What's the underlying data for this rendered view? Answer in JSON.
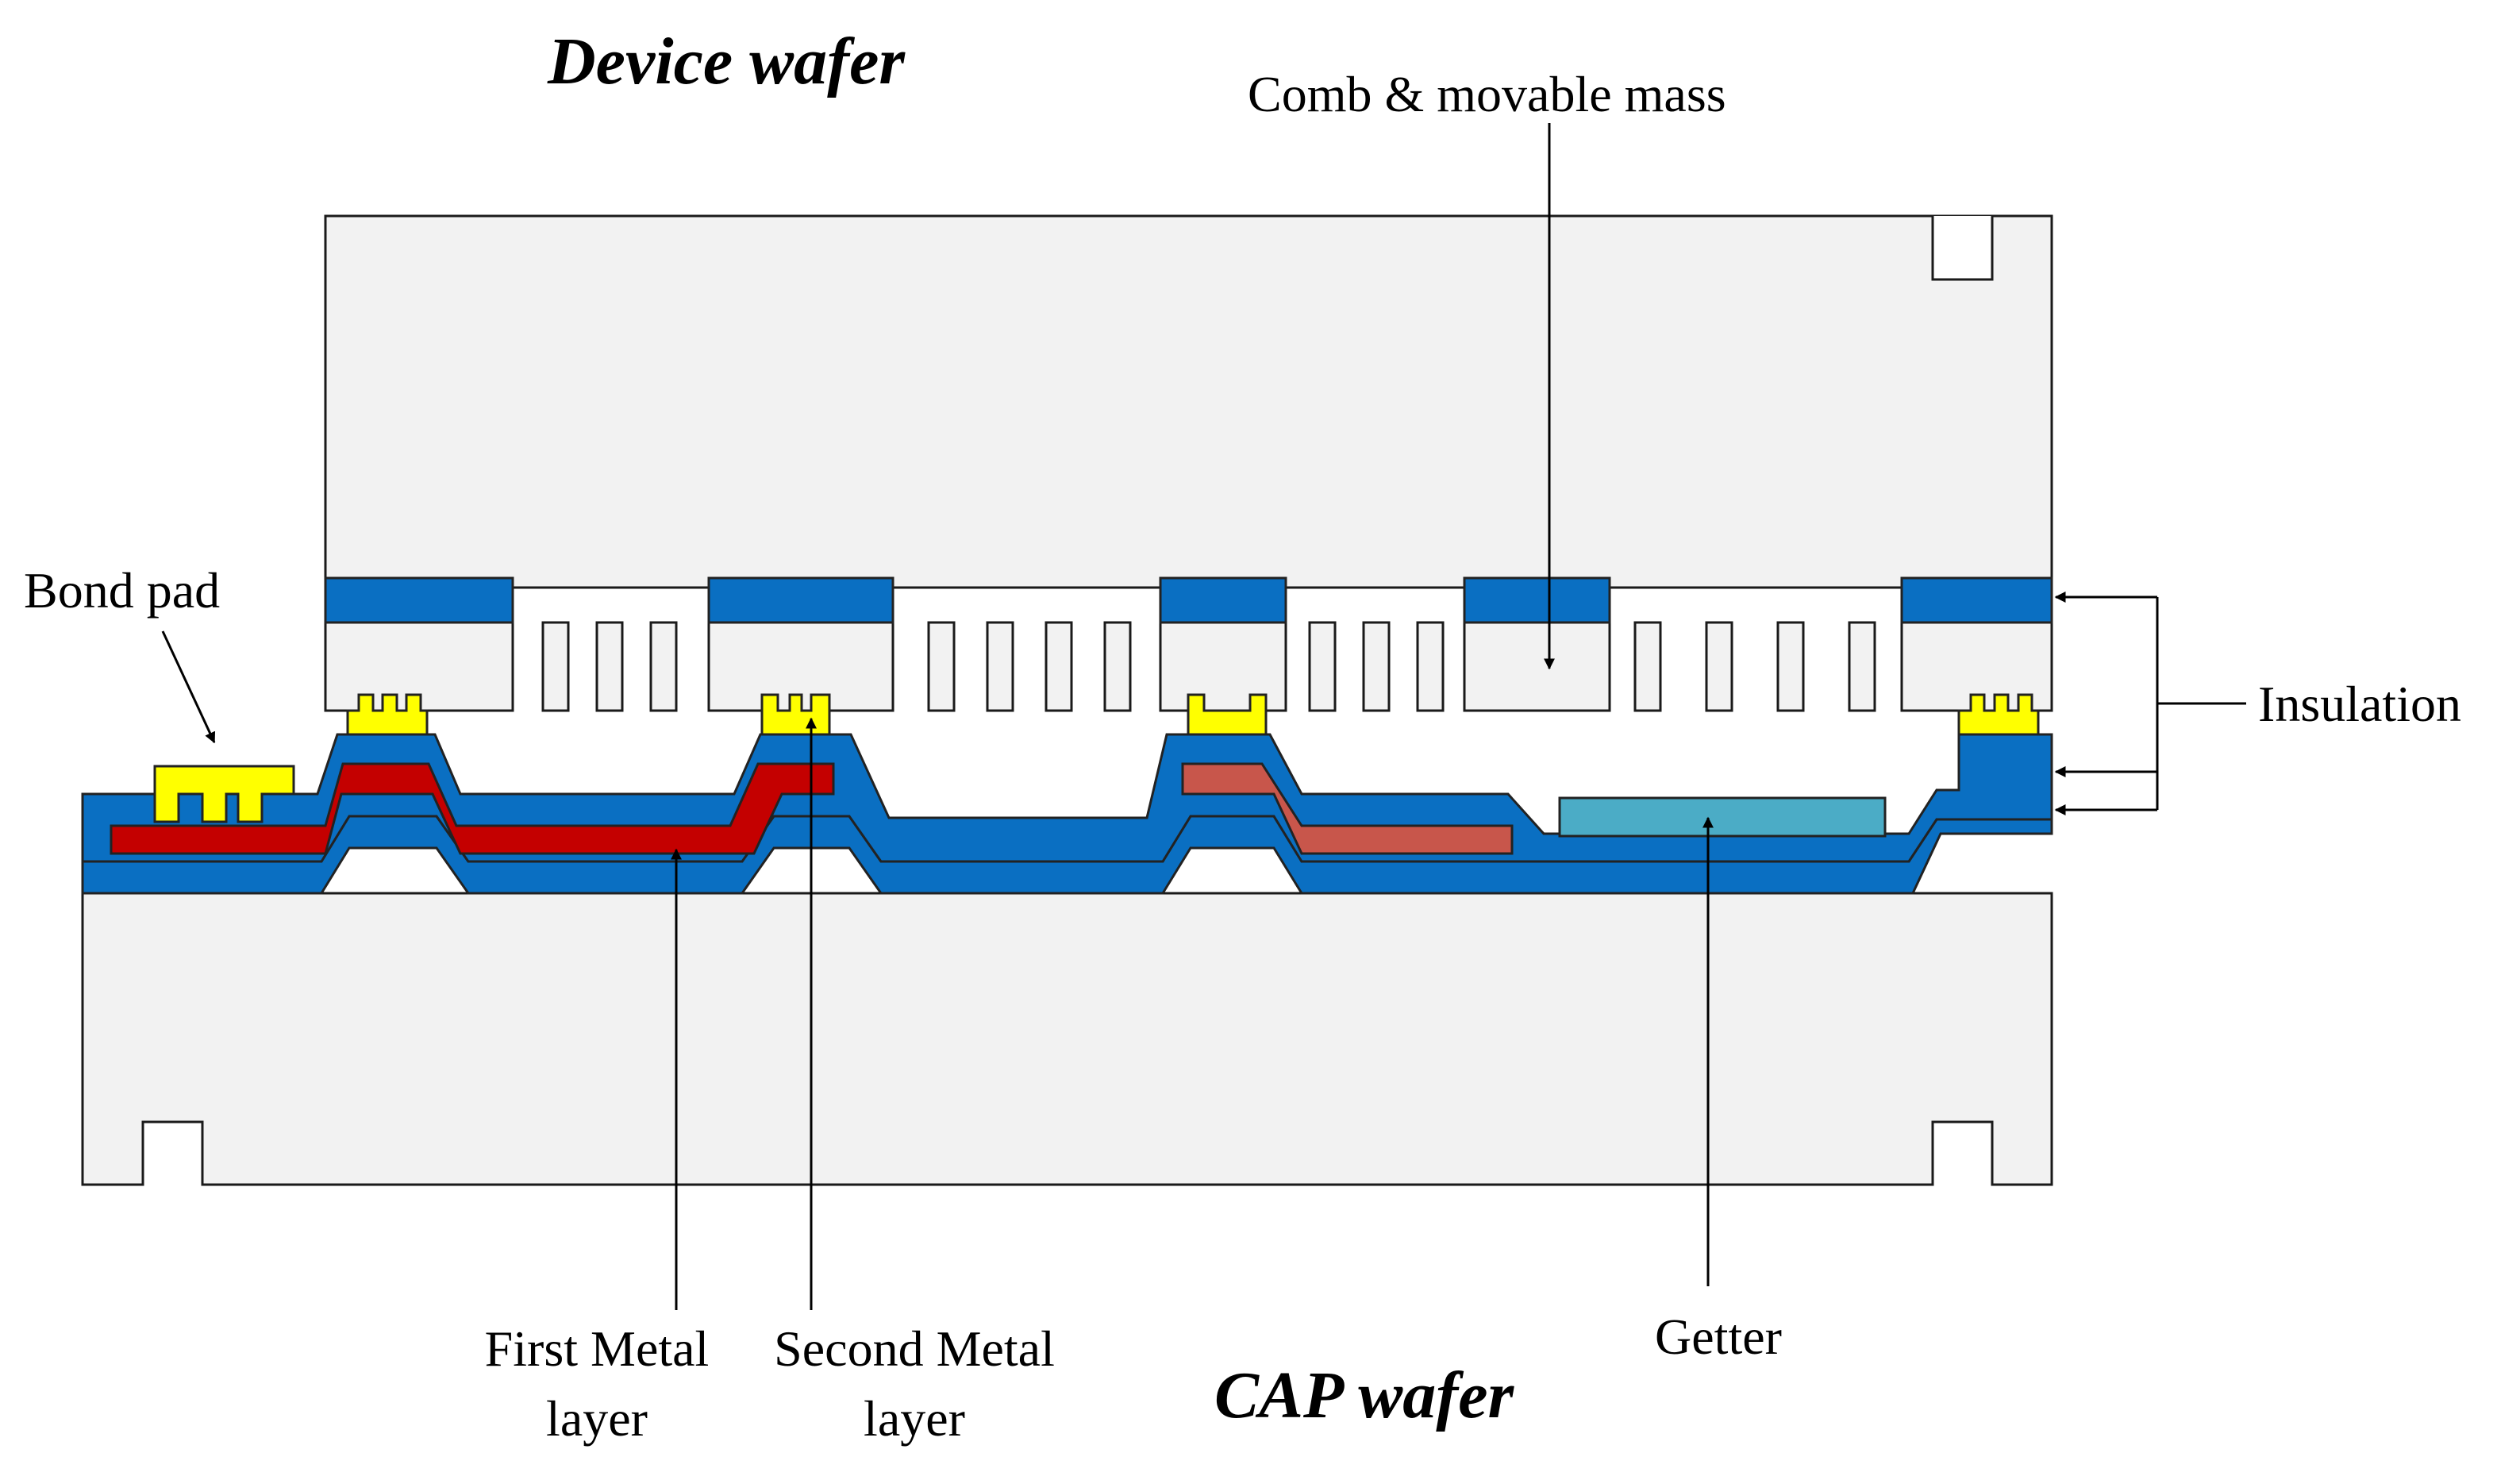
{
  "titles": {
    "device": "Device wafer",
    "cap": "CAP wafer"
  },
  "labels": {
    "comb": "Comb & movable mass",
    "bond_pad": "Bond pad",
    "insulation": "Insulation",
    "first_metal_line1": "First Metal",
    "first_metal_line2": "layer",
    "second_metal_line1": "Second Metal",
    "second_metal_line2": "layer",
    "getter": "Getter"
  },
  "colors": {
    "wafer": "#f2f2f2",
    "insulation": "#0a6fc2",
    "first_metal": "#c40000",
    "second_metal": "#c8564b",
    "bond_pad": "#ffff00",
    "getter": "#4bacc6"
  }
}
